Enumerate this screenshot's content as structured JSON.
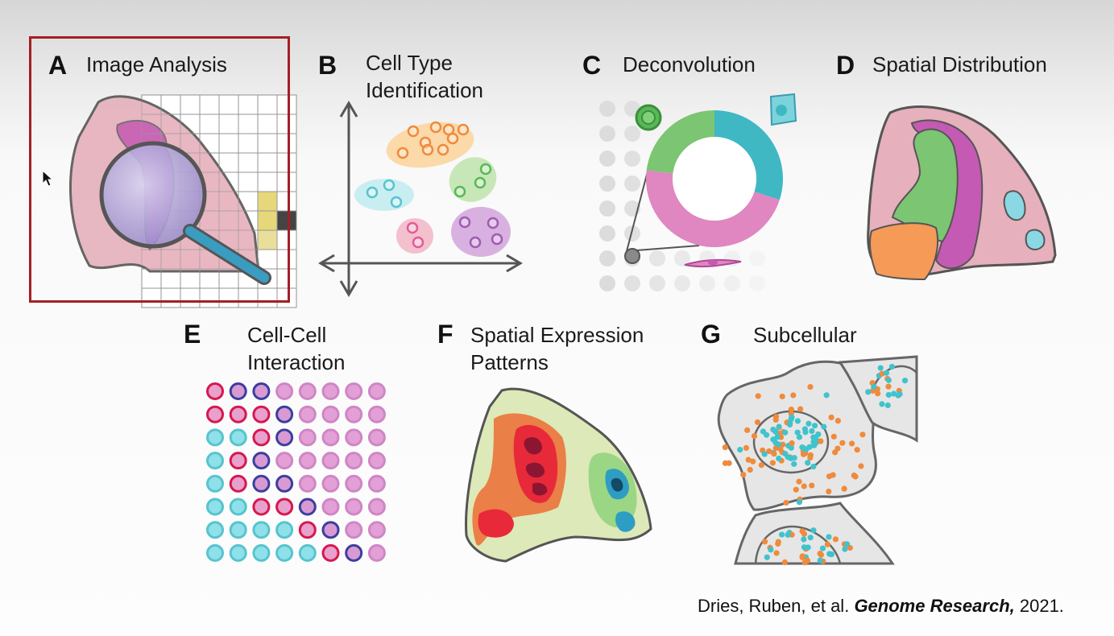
{
  "panels": {
    "A": {
      "letter": "A",
      "title_lines": [
        "Image Analysis"
      ],
      "selected": true
    },
    "B": {
      "letter": "B",
      "title_lines": [
        "Cell Type",
        "Identification"
      ]
    },
    "C": {
      "letter": "C",
      "title_lines": [
        "Deconvolution"
      ]
    },
    "D": {
      "letter": "D",
      "title_lines": [
        "Spatial Distribution"
      ]
    },
    "E": {
      "letter": "E",
      "title_lines": [
        "Cell-Cell",
        "Interaction"
      ]
    },
    "F": {
      "letter": "F",
      "title_lines": [
        "Spatial Expression",
        "Patterns"
      ]
    },
    "G": {
      "letter": "G",
      "title_lines": [
        "Subcellular"
      ]
    }
  },
  "citation": {
    "authors": "Dries, Ruben, et al. ",
    "journal": "Genome Research,",
    "year": " 2021."
  },
  "colors": {
    "selection_border": "#a31f24",
    "tissue_pink": "#e7b1bd",
    "tissue_magenta": "#c45ab3",
    "cell_orange": "#f08a3c",
    "cell_cyan": "#56c4cf",
    "cell_green": "#58b957",
    "cell_purple": "#a05bb3",
    "cell_pink": "#e45a9a",
    "outline_gray": "#555555",
    "heat_red": "#e8293a",
    "heat_darkred": "#8c1632",
    "heat_blue": "#1c82a8"
  },
  "icons": [
    "magnifier-icon",
    "mouse-pointer-icon"
  ],
  "cell_cell_grid": [
    [
      "r",
      "b",
      "b",
      "p",
      "p",
      "p",
      "p",
      "p"
    ],
    [
      "r",
      "r",
      "r",
      "b",
      "p",
      "p",
      "p",
      "p"
    ],
    [
      "c",
      "c",
      "r",
      "b",
      "p",
      "p",
      "p",
      "p"
    ],
    [
      "c",
      "r",
      "b",
      "p",
      "p",
      "p",
      "p",
      "p"
    ],
    [
      "c",
      "r",
      "b",
      "b",
      "p",
      "p",
      "p",
      "p"
    ],
    [
      "c",
      "c",
      "r",
      "r",
      "b",
      "p",
      "p",
      "p"
    ],
    [
      "c",
      "c",
      "c",
      "c",
      "r",
      "b",
      "p",
      "p"
    ],
    [
      "c",
      "c",
      "c",
      "c",
      "c",
      "r",
      "b",
      "p"
    ]
  ],
  "deconvolution_proportions": [
    {
      "color": "#3fb8c4",
      "fraction": 0.3
    },
    {
      "color": "#e086c0",
      "fraction": 0.47
    },
    {
      "color": "#7cc572",
      "fraction": 0.23
    }
  ]
}
